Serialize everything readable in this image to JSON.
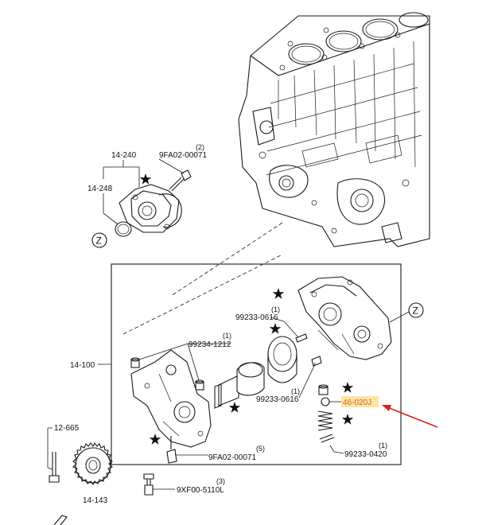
{
  "labels": {
    "cover_assy": "14-240",
    "cover_body": "14-248",
    "cover_bolt": "9FA02-00071",
    "cover_bolt_qty": "(2)",
    "pump_assy": "14-100",
    "pin_a": "99233-0616",
    "pin_a_qty": "(1)",
    "pin_b": "99234-1212",
    "pin_b_qty": "(1)",
    "pin_c": "99233-0616",
    "pin_c_qty": "(1)",
    "relief_part": "46-020J",
    "pump_bolt": "9FA02-00071",
    "pump_bolt_qty": "(5)",
    "pin_d": "99233-0420",
    "pin_d_qty": "(1)",
    "sprocket_bolt": "12-665",
    "sprocket": "14-143",
    "bottom_bolt": "9XF00-5110L",
    "bottom_bolt_qty": "(3)",
    "ref_z": "Z"
  },
  "colors": {
    "highlight": "#ffe3a6",
    "highlight_text": "#d2691e",
    "arrow": "#d62020"
  },
  "icons": {
    "star": "star-icon",
    "callout": "red-arrow-icon"
  }
}
